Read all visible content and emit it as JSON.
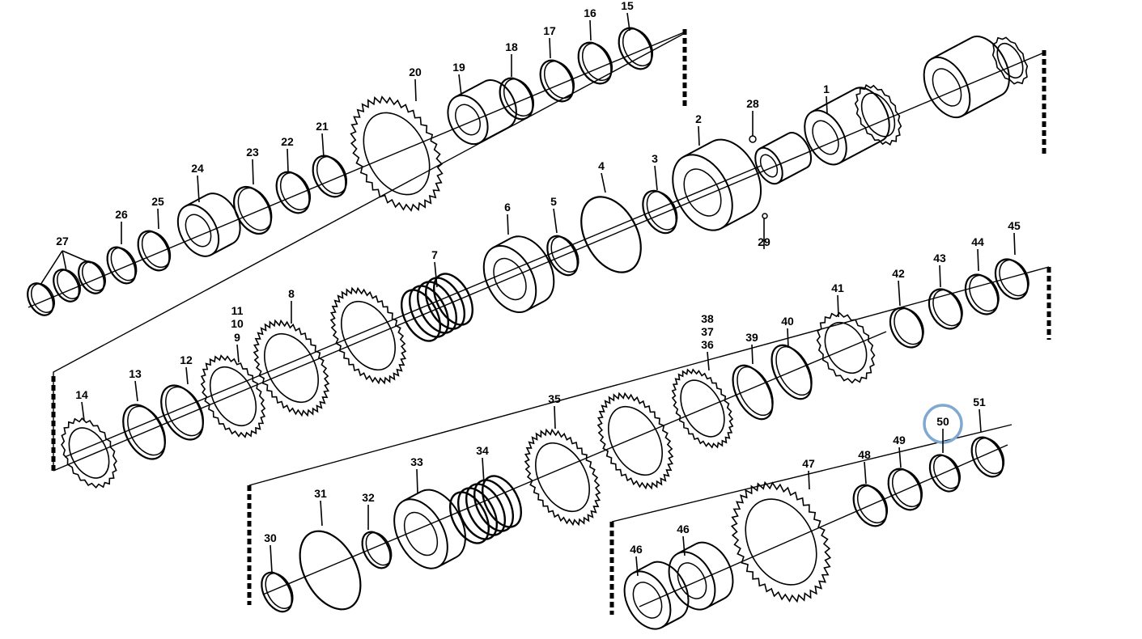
{
  "diagram": {
    "highlight_color": "#7fa9d1",
    "highlighted_part": "50",
    "labels": [
      "1",
      "2",
      "3",
      "4",
      "5",
      "6",
      "7",
      "8",
      "9",
      "10",
      "11",
      "12",
      "13",
      "14",
      "15",
      "16",
      "17",
      "18",
      "19",
      "20",
      "21",
      "22",
      "23",
      "24",
      "25",
      "26",
      "27",
      "28",
      "29",
      "30",
      "31",
      "32",
      "33",
      "34",
      "35",
      "36",
      "37",
      "38",
      "39",
      "40",
      "41",
      "42",
      "43",
      "44",
      "45",
      "46",
      "46",
      "47",
      "48",
      "49",
      "50",
      "51"
    ]
  }
}
